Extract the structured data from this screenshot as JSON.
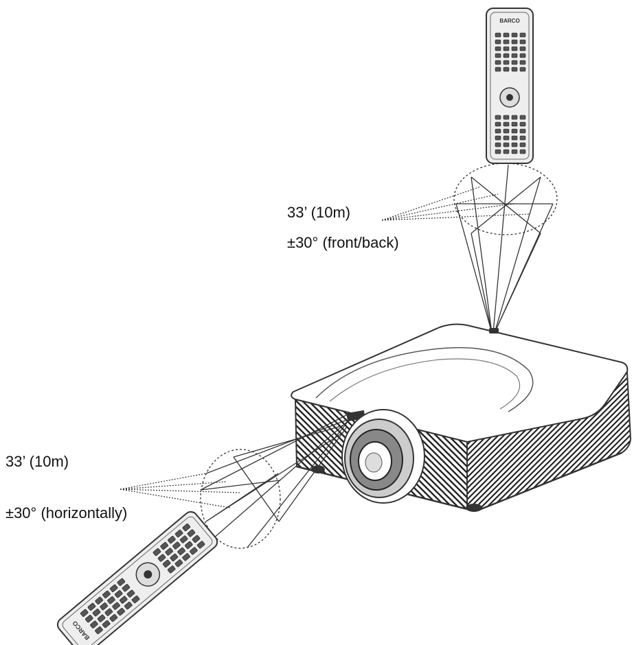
{
  "diagram": {
    "top_sensor": {
      "distance": "33’ (10m)",
      "angle": "±30° (front/back)"
    },
    "front_sensor": {
      "distance": "33’ (10m)",
      "angle": "±30° (horizontally)"
    },
    "remote_brand": "BARCO"
  },
  "colors": {
    "line": "#333333",
    "ink": "#111111",
    "body_fill": "#ffffff",
    "remote_fill": "#eeeeee"
  }
}
